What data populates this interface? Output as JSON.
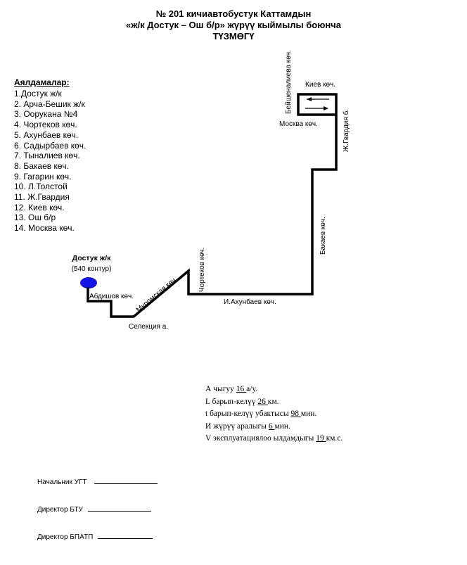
{
  "title": {
    "line1": "№ 201  кичиавтобустук Каттамдын",
    "line2": "«ж/к Достук – Ош б/р» жүрүү кыймылы боюнча",
    "line3": "ТҮЗМӨГҮ"
  },
  "stops_header": "Аялдамалар:",
  "stops": [
    "1.Достук ж/к",
    "2. Арча-Бешик ж/к",
    "3. Оорукана №4",
    "4. Чортеков көч.",
    "5. Ахунбаев көч.",
    "6. Садырбаев көч.",
    "7. Тыналиев көч.",
    "8. Бакаев көч.",
    "9. Гагарин көч.",
    "10. Л.Толстой",
    "11. Ж.Гвардия",
    "12. Киев көч.",
    "13. Ош б/р",
    "14. Москва көч."
  ],
  "map": {
    "start_label": "Достук ж/к",
    "start_sublabel": "(540 контур)",
    "streets": {
      "abdishov": "Абдишов көч.",
      "muromskaya": "Муромская көч.",
      "selektsiya": "Селекция а.",
      "chortekov": "Чортеков көч.",
      "akhunbaev": "И.Ахунбаев көч.",
      "bakaev": "Бакаев көч.",
      "gvardiya": "Ж.Гвардия б.",
      "moskva": "Москва көч.",
      "kiev": "Киев көч.",
      "beishenalieva": "Бейшеналиева көч."
    },
    "route_color": "#000000",
    "start_marker_color": "#1414e6"
  },
  "stats": [
    {
      "pre": "А чыгуу  ",
      "value": "16 ",
      "post": "а/у."
    },
    {
      "pre": "L барып-келүү  ",
      "value": "26 ",
      "post": "км."
    },
    {
      "pre": "t барып-келүү  убактысы ",
      "value": "98 ",
      "post": "мин."
    },
    {
      "pre": "И жүрүү аралыгы  ",
      "value": "6 ",
      "post": "  мин."
    },
    {
      "pre": "V эксплуатациялоо  ылдамдыгы ",
      "value": "19 ",
      "post": " км.с."
    }
  ],
  "signatures": [
    {
      "label": "Начальник УГТ"
    },
    {
      "label": "Директор  БТУ"
    },
    {
      "label": "Директор БПАТП"
    }
  ]
}
